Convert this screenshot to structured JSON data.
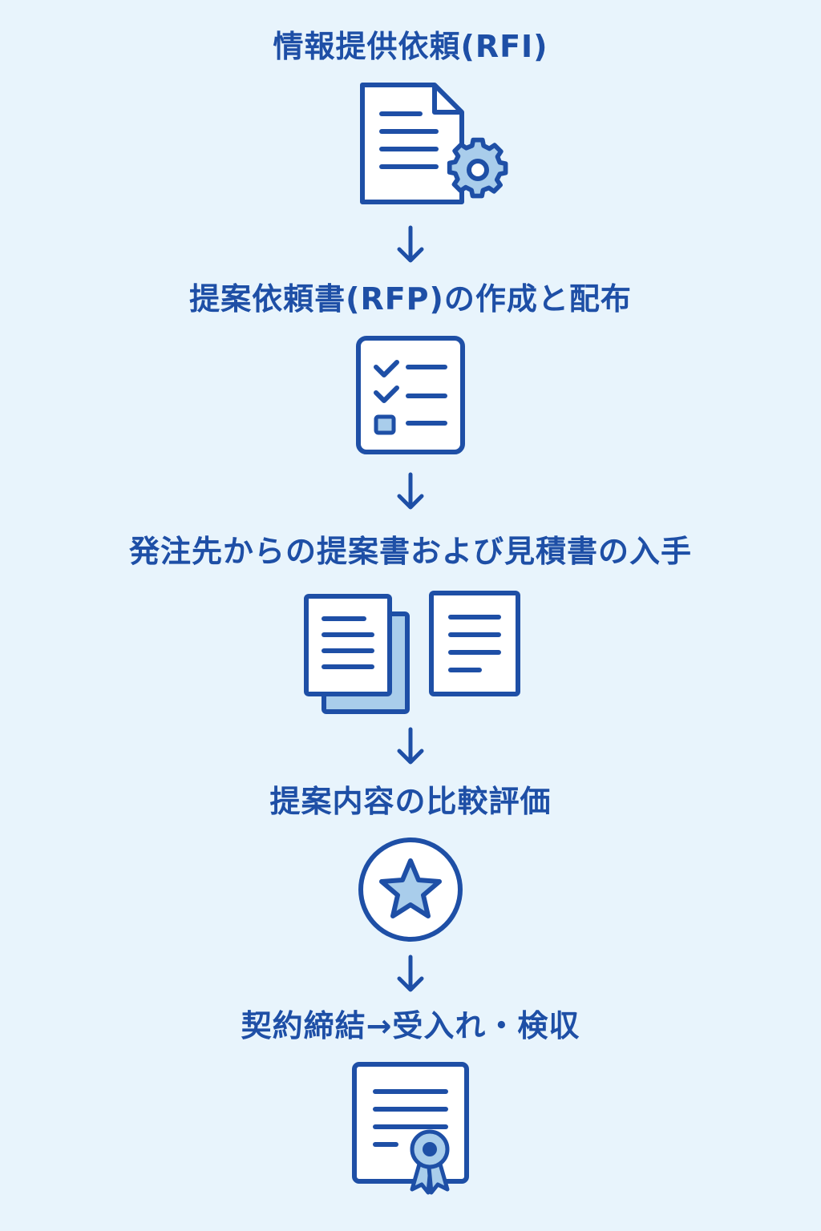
{
  "steps": [
    {
      "title": "情報提供依頼(RFI)",
      "icon": "document-gear-icon"
    },
    {
      "title": "提案依頼書(RFP)の作成と配布",
      "icon": "checklist-icon"
    },
    {
      "title": "発注先からの提案書および見積書の入手",
      "icon": "documents-icon"
    },
    {
      "title": "提案内容の比較評価",
      "icon": "star-badge-icon"
    },
    {
      "title": "契約締結→受入れ・検収",
      "icon": "certificate-icon"
    }
  ],
  "colors": {
    "background": "#e8f4fc",
    "primary": "#1e4fa6",
    "icon_fill": "#ffffff",
    "accent_fill": "#a9cdeb"
  }
}
